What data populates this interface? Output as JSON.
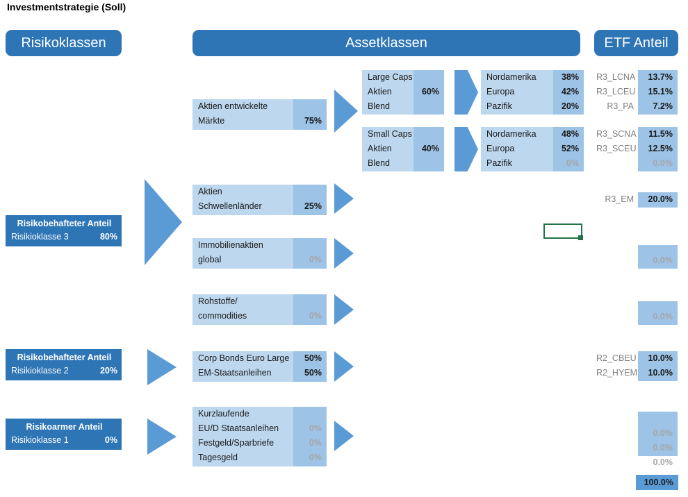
{
  "page": {
    "title": "Investmentstrategie (Soll)"
  },
  "headers": {
    "risikoklassen": "Risikoklassen",
    "assetklassen": "Assetklassen",
    "etf_anteil": "ETF Anteil"
  },
  "risk_classes": [
    {
      "title": "Risikobehafteter Anteil",
      "label": "Risikioklasse 3",
      "value": "80%"
    },
    {
      "title": "Risikobehafteter Anteil",
      "label": "Risikioklasse 2",
      "value": "20%"
    },
    {
      "title": "Risikoarmer Anteil",
      "label": "Risikioklasse 1",
      "value": "0%"
    }
  ],
  "asset_classes": {
    "developed": {
      "line1": "Aktien entwickelte",
      "line2": "Märkte",
      "value": "75%"
    },
    "emerging": {
      "line1": "Aktien",
      "line2": "Schwellenländer",
      "value": "25%"
    },
    "real_estate": {
      "line1": "Immobilienaktien",
      "line2": "global",
      "value": "0%"
    },
    "commodities": {
      "line1": "Rohstoffe/",
      "line2": "commodities",
      "value": "0%"
    },
    "bonds": {
      "line1": "Corp Bonds Euro Large",
      "line2": "EM-Staatsanleihen",
      "value1": "50%",
      "value2": "50%"
    },
    "cash": {
      "line1": "Kurzlaufende",
      "line2": "EU/D Staatsanleihen",
      "line3": "Festgeld/Sparbriefe",
      "line4": "Tagesgeld",
      "value2": "0%",
      "value3": "0%",
      "value4": "0%"
    }
  },
  "caps": {
    "large": {
      "line1": "Large Caps",
      "line2": "Aktien",
      "line3": "Blend",
      "value": "60%"
    },
    "small": {
      "line1": "Small Caps",
      "line2": "Aktien",
      "line3": "Blend",
      "value": "40%"
    }
  },
  "regions": {
    "large": {
      "r1": "Nordamerika",
      "v1": "38%",
      "r2": "Europa",
      "v2": "42%",
      "r3": "Pazifik",
      "v3": "20%"
    },
    "small": {
      "r1": "Nordamerika",
      "v1": "48%",
      "r2": "Europa",
      "v2": "52%",
      "r3": "Pazifik",
      "v3": "0%"
    }
  },
  "etf": {
    "large": {
      "c1": "R3_LCNA",
      "v1": "13.7%",
      "c2": "R3_LCEU",
      "v2": "15.1%",
      "c3": "R3_PA",
      "v3": "7.2%"
    },
    "small": {
      "c1": "R3_SCNA",
      "v1": "11.5%",
      "c2": "R3_SCEU",
      "v2": "12.5%",
      "c3": "",
      "v3": "0.0%"
    },
    "emerging": {
      "c1": "R3_EM",
      "v1": "20.0%"
    },
    "real_estate": {
      "v1": "0.0%"
    },
    "commodities": {
      "v1": "0.0%"
    },
    "bonds": {
      "c1": "R2_CBEU",
      "v1": "10.0%",
      "c2": "R2_HYEM",
      "v2": "10.0%"
    },
    "cash": {
      "v1": "0.0%",
      "v2": "0.0%",
      "v3": "0.0%"
    },
    "total": "100.0%"
  },
  "colors": {
    "header_blue": "#2E75B6",
    "arrow_blue": "#5B9BD5",
    "box_light": "#BDD7EE",
    "box_value": "#9DC3E6",
    "zero_gray": "#A6A6A6",
    "code_gray": "#808080",
    "selection_green": "#217346"
  }
}
